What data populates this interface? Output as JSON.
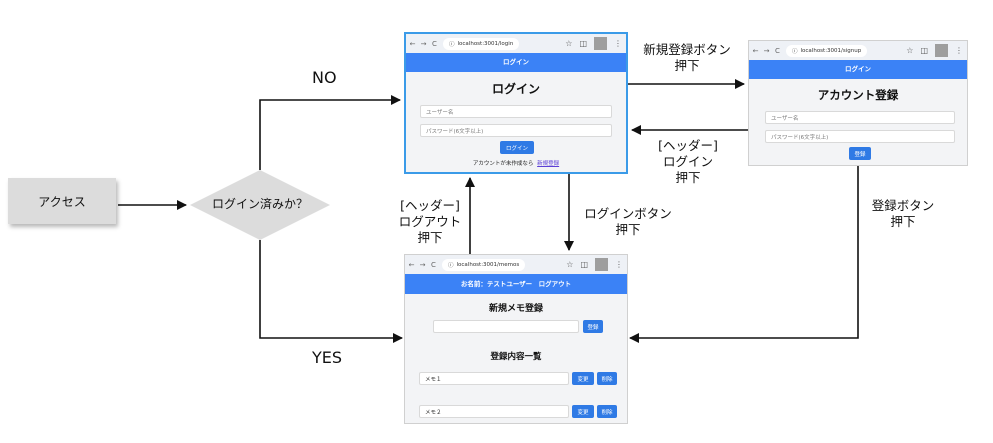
{
  "nodes": {
    "access": "アクセス",
    "decision": "ログイン済みか？"
  },
  "edges": {
    "no": "NO",
    "yes": "YES",
    "signup_press": [
      "新規登録ボタン",
      "押下"
    ],
    "header_login": [
      "[ヘッダー]",
      "ログイン",
      "押下"
    ],
    "header_logout": [
      "[ヘッダー]",
      "ログアウト",
      "押下"
    ],
    "login_press": [
      "ログインボタン",
      "押下"
    ],
    "register_press": [
      "登録ボタン",
      "押下"
    ]
  },
  "login_screen": {
    "url": "localhost:3001/login",
    "header": "ログイン",
    "title": "ログイン",
    "username_placeholder": "ユーザー名",
    "password_placeholder": "パスワード(6文字以上)",
    "button": "ログイン",
    "no_account": "アカウントが未作成なら",
    "signup_link": "新規登録"
  },
  "signup_screen": {
    "url": "localhost:3001/signup",
    "header": "ログイン",
    "title": "アカウント登録",
    "username_placeholder": "ユーザー名",
    "password_placeholder": "パスワード(6文字以上)",
    "button": "登録"
  },
  "memos_screen": {
    "url": "localhost:3001/memos",
    "header": "お名前：テストユーザー　ログアウト",
    "new_title": "新規メモ登録",
    "register_button": "登録",
    "list_title": "登録内容一覧",
    "memos": [
      {
        "text": "メモ１",
        "edit": "変更",
        "delete": "削除"
      },
      {
        "text": "メモ２",
        "edit": "変更",
        "delete": "削除"
      }
    ]
  },
  "chrome": {
    "back": "←",
    "forward": "→",
    "reload": "C",
    "info": "ⓘ",
    "star": "☆",
    "ext": "◫",
    "menu": "⋮"
  },
  "colors": {
    "accent": "#3b82f6",
    "button": "#2f7ae5",
    "selected_border": "#3b9be8",
    "node_fill": "#dcdcdc"
  }
}
